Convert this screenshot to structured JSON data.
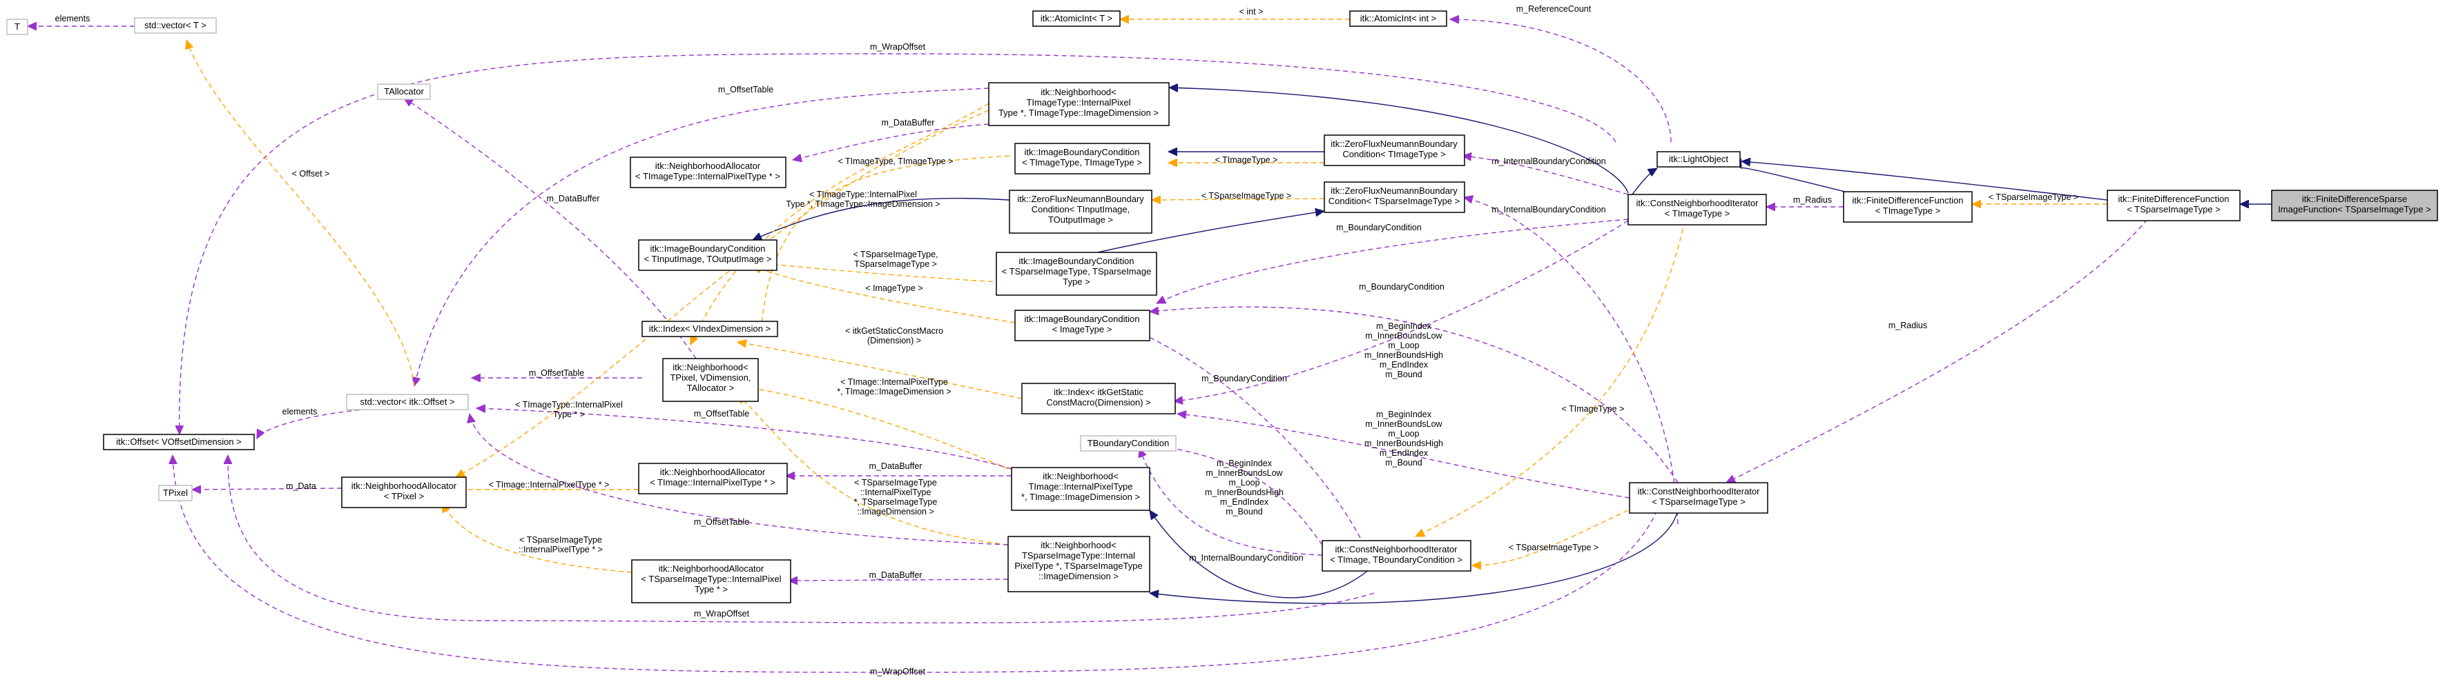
{
  "colors": {
    "inheritance": "#191970",
    "usage": "#9a32cd",
    "template": "#ffa500",
    "focus_fill": "#bfbfbf",
    "undocumented_border": "#bfbfbf"
  },
  "nodes": {
    "T": {
      "lines": [
        "T"
      ]
    },
    "std_vector_T": {
      "lines": [
        "std::vector< T >"
      ]
    },
    "AtomicInt_T": {
      "lines": [
        "itk::AtomicInt< T >"
      ]
    },
    "AtomicInt_int": {
      "lines": [
        "itk::AtomicInt< int >"
      ]
    },
    "LightObject": {
      "lines": [
        "itk::LightObject"
      ]
    },
    "TAllocator": {
      "lines": [
        "TAllocator"
      ]
    },
    "Neighborhood_TImage": {
      "lines": [
        "itk::Neighborhood<",
        "TImageType::InternalPixel",
        "Type *, TImageType::ImageDimension >"
      ]
    },
    "NA_TImage_top": {
      "lines": [
        "itk::NeighborhoodAllocator",
        "< TImageType::InternalPixelType * >"
      ]
    },
    "IBC_TImage_TImage": {
      "lines": [
        "itk::ImageBoundaryCondition",
        "< TImageType, TImageType >"
      ]
    },
    "ZFN_TImage": {
      "lines": [
        "itk::ZeroFluxNeumannBoundary",
        "Condition< TImageType >"
      ]
    },
    "ZFN_TIn_TOut": {
      "lines": [
        "itk::ZeroFluxNeumannBoundary",
        "Condition< TInputImage,",
        "TOutputImage >"
      ]
    },
    "ZFN_TSparse": {
      "lines": [
        "itk::ZeroFluxNeumannBoundary",
        "Condition< TSparseImageType >"
      ]
    },
    "IBC_TIn_TOut": {
      "lines": [
        "itk::ImageBoundaryCondition",
        "< TInputImage, TOutputImage >"
      ]
    },
    "IBC_TSparse_TSparse": {
      "lines": [
        "itk::ImageBoundaryCondition",
        "< TSparseImageType, TSparseImage",
        "Type >"
      ]
    },
    "IBC_Image": {
      "lines": [
        "itk::ImageBoundaryCondition",
        "< ImageType >"
      ]
    },
    "Index_VIndex": {
      "lines": [
        "itk::Index< VIndexDimension >"
      ]
    },
    "Neighborhood_TPixel": {
      "lines": [
        "itk::Neighborhood<",
        "TPixel, VDimension,",
        "TAllocator >"
      ]
    },
    "Index_Static": {
      "lines": [
        "itk::Index< itkGetStatic",
        "ConstMacro(Dimension) >"
      ]
    },
    "std_vector_Offset": {
      "lines": [
        "std::vector< itk::Offset >"
      ]
    },
    "Offset_V": {
      "lines": [
        "itk::Offset< VOffsetDimension >"
      ]
    },
    "TPixel": {
      "lines": [
        "TPixel"
      ]
    },
    "NA_TPixel": {
      "lines": [
        "itk::NeighborhoodAllocator",
        "< TPixel >"
      ]
    },
    "NA_TImage_mid": {
      "lines": [
        "itk::NeighborhoodAllocator",
        "< TImage::InternalPixelType * >"
      ]
    },
    "NA_TSparse": {
      "lines": [
        "itk::NeighborhoodAllocator",
        "< TSparseImageType::InternalPixel",
        "Type * >"
      ]
    },
    "TBoundaryCondition": {
      "lines": [
        "TBoundaryCondition"
      ]
    },
    "Neighborhood_TImage2": {
      "lines": [
        "itk::Neighborhood<",
        "TImage::InternalPixelType",
        "*, TImage::ImageDimension >"
      ]
    },
    "Neighborhood_TSparse": {
      "lines": [
        "itk::Neighborhood<",
        "TSparseImageType::Internal",
        "PixelType *, TSparseImageType",
        "::ImageDimension >"
      ]
    },
    "CNI_TImageType": {
      "lines": [
        "itk::ConstNeighborhoodIterator",
        "< TImageType >"
      ]
    },
    "CNI_TSparse": {
      "lines": [
        "itk::ConstNeighborhoodIterator",
        "< TSparseImageType >"
      ]
    },
    "CNI_TImage_TBC": {
      "lines": [
        "itk::ConstNeighborhoodIterator",
        "< TImage, TBoundaryCondition >"
      ]
    },
    "FDF_TImage": {
      "lines": [
        "itk::FiniteDifferenceFunction",
        "< TImageType >"
      ]
    },
    "FDF_TSparse": {
      "lines": [
        "itk::FiniteDifferenceFunction",
        "< TSparseImageType >"
      ]
    },
    "FDSIF": {
      "lines": [
        "itk::FiniteDifferenceSparse",
        "ImageFunction< TSparseImageType >"
      ]
    }
  },
  "edge_labels": {
    "elements_T": [
      "elements"
    ],
    "int": [
      "< int >"
    ],
    "m_ReferenceCount": [
      "m_ReferenceCount"
    ],
    "m_WrapOffset_top": [
      "m_WrapOffset"
    ],
    "m_OffsetTable_top": [
      "m_OffsetTable"
    ],
    "Offset_templ": [
      "< Offset >"
    ],
    "m_DataBuffer_top": [
      "m_DataBuffer"
    ],
    "m_DataBuffer_left": [
      "m_DataBuffer"
    ],
    "TImageType_TImageType": [
      "< TImageType, TImageType >"
    ],
    "TImageType_zfn": [
      "< TImageType >"
    ],
    "m_InternalBoundaryCondition_1": [
      "m_InternalBoundaryCondition"
    ],
    "TImageType_internal_top": [
      "< TImageType::InternalPixel",
      "Type *, TImageType::ImageDimension >"
    ],
    "TSparseImageType_zfn": [
      "< TSparseImageType >"
    ],
    "m_Radius_1": [
      "m_Radius"
    ],
    "TSparseImageType_fdf": [
      "< TSparseImageType >"
    ],
    "m_InternalBoundaryCondition_2": [
      "m_InternalBoundaryCondition"
    ],
    "TSparse_pair": [
      "< TSparseImageType,",
      "TSparseImageType >"
    ],
    "m_BoundaryCondition_1": [
      "m_BoundaryCondition"
    ],
    "ImageType": [
      "< ImageType >"
    ],
    "m_BoundaryCondition_2": [
      "m_BoundaryCondition"
    ],
    "m_Radius_2": [
      "m_Radius"
    ],
    "itkGetStatic": [
      "< itkGetStaticConstMacro",
      "(Dimension) >"
    ],
    "bounds_1": [
      "m_BeginIndex",
      "m_InnerBoundsLow",
      "m_Loop",
      "m_InnerBoundsHigh",
      "m_EndIndex",
      "m_Bound"
    ],
    "m_BoundaryCondition_3": [
      "m_BoundaryCondition"
    ],
    "m_OffsetTable_mid": [
      "m_OffsetTable"
    ],
    "elements_offset": [
      "elements"
    ],
    "TImage_internal_mid": [
      "< TImage::InternalPixelType",
      "*, TImage::ImageDimension >"
    ],
    "TImageType_internal_left": [
      "< TImageType::InternalPixel",
      "Type * >"
    ],
    "TImageType_cni": [
      "< TImageType >"
    ],
    "bounds_2": [
      "m_BeginIndex",
      "m_InnerBoundsLow",
      "m_Loop",
      "m_InnerBoundsHigh",
      "m_EndIndex",
      "m_Bound"
    ],
    "m_OffsetTable_low": [
      "m_OffsetTable"
    ],
    "m_Data": [
      "m_Data"
    ],
    "TImage_internal_left": [
      "< TImage::InternalPixelType * >"
    ],
    "m_DataBuffer_mid": [
      "m_DataBuffer"
    ],
    "TSparse_internal_mid": [
      "< TSparseImageType",
      "::InternalPixelType",
      "*, TSparseImageType",
      "::ImageDimension >"
    ],
    "bounds_3": [
      "m_BeginIndex",
      "m_InnerBoundsLow",
      "m_Loop",
      "m_InnerBoundsHigh",
      "m_EndIndex",
      "m_Bound"
    ],
    "m_OffsetTable_bot": [
      "m_OffsetTable"
    ],
    "TSparse_internal_left": [
      "< TSparseImageType",
      "::InternalPixelType * >"
    ],
    "m_InternalBoundaryCondition_3": [
      "m_InternalBoundaryCondition"
    ],
    "TSparseImageType_cni": [
      "< TSparseImageType >"
    ],
    "m_DataBuffer_bot": [
      "m_DataBuffer"
    ],
    "m_WrapOffset_mid": [
      "m_WrapOffset"
    ],
    "m_WrapOffset_bot": [
      "m_WrapOffset"
    ]
  }
}
